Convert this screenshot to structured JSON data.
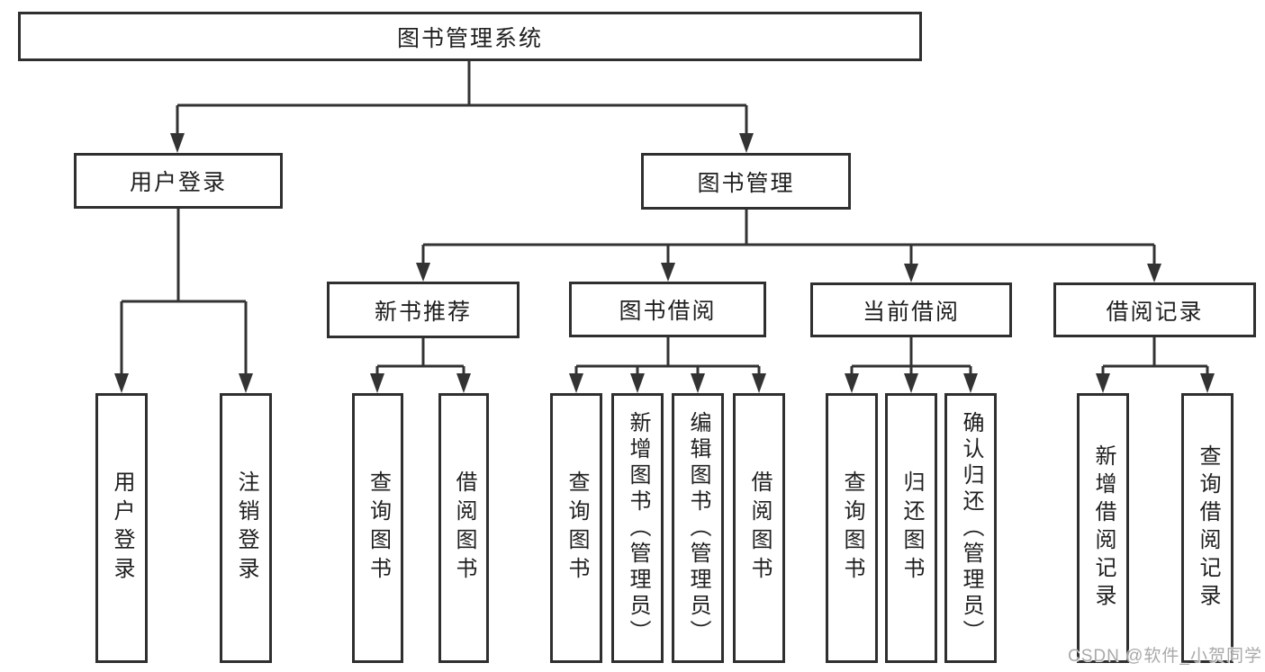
{
  "diagram": {
    "root": "图书管理系统",
    "level2": {
      "user_login": "用户登录",
      "book_mgmt": "图书管理"
    },
    "level3": {
      "new_book": "新书推荐",
      "borrowing": "图书借阅",
      "current": "当前借阅",
      "records": "借阅记录"
    },
    "leaves": {
      "user_login": "用户登录",
      "logout": "注销登录",
      "nb_query": "查询图书",
      "nb_borrow": "借阅图书",
      "bw_query": "查询图书",
      "bw_add": "新增图书（管理员）",
      "bw_edit": "编辑图书（管理员）",
      "bw_borrow": "借阅图书",
      "cu_query": "查询图书",
      "cu_return": "归还图书",
      "cu_confirm": "确认归还（管理员）",
      "rc_add": "新增借阅记录",
      "rc_query": "查询借阅记录"
    }
  },
  "watermark": "CSDN @软件_小贺同学",
  "colors": {
    "line": "#2f2f2f",
    "text": "#1f1f1f",
    "watermark": "#a9a9a9",
    "background": "#ffffff"
  }
}
